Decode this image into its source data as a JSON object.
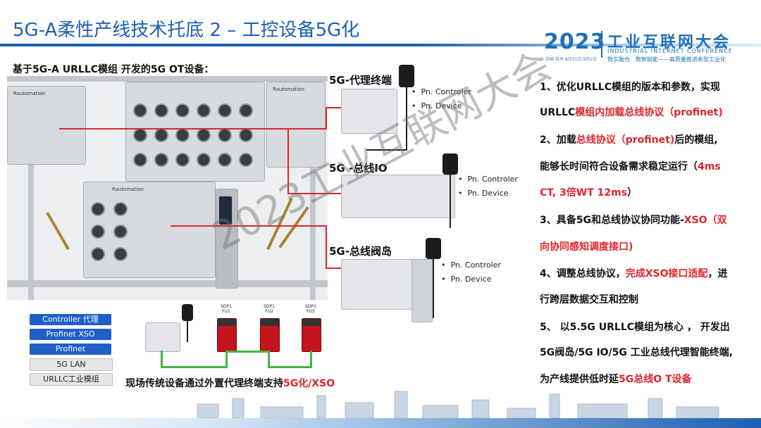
{
  "header": {
    "title": "5G-A柔性产线技术托底 2 – 工控设备5G化",
    "subtitle": "基于5G-A URLLC模组 开发的5G OT设备："
  },
  "logo": {
    "year": "2023",
    "name_cn": "工业互联网大会",
    "name_en": "INDUSTRIAL INTERNET CONFERENCE",
    "slogan": "数实融合　数智赋能——高质量推进新型工业化",
    "place_date": "中国·苏州 8月31日-9月2日"
  },
  "photo": {
    "brand": "Rautomation"
  },
  "devices": [
    {
      "label": "5G-代理终端",
      "bullets": [
        "Pn. Controler",
        "Pn. Device"
      ]
    },
    {
      "label": "5G -总线IO",
      "bullets": [
        "Pn. Controler",
        "Pn. Device"
      ]
    },
    {
      "label": "5G-总线阀岛",
      "bullets": [
        "Pn. Controler",
        "Pn. Device"
      ]
    }
  ],
  "legend": [
    {
      "label": "Controller 代理",
      "style": "blue"
    },
    {
      "label": "Profinet XSO",
      "style": "blue"
    },
    {
      "label": "Profinet",
      "style": "blue"
    },
    {
      "label": "5G LAN",
      "style": "gray"
    },
    {
      "label": "URLLC工业模组",
      "style": "gray"
    }
  ],
  "sdp": [
    {
      "line1": "SDP1",
      "line2": "FU1"
    },
    {
      "line1": "SDP1",
      "line2": "FU2"
    },
    {
      "line1": "SDP1",
      "line2": "FU3"
    }
  ],
  "bottom": {
    "text": "现场传统设备通过外置代理终端支持",
    "highlight": "5G化/XSO"
  },
  "points": [
    {
      "segments": [
        {
          "t": "1、优化URLLC模组的版本和参数，实现",
          "red": false
        }
      ]
    },
    {
      "segments": [
        {
          "t": "URLLC",
          "red": false
        },
        {
          "t": "模组内加载总线协议（profinet)",
          "red": true
        }
      ]
    },
    {
      "segments": [
        {
          "t": "2、加载",
          "red": false
        },
        {
          "t": "总线协议（profinet)",
          "red": true
        },
        {
          "t": "后的模组,",
          "red": false
        }
      ]
    },
    {
      "segments": [
        {
          "t": "能够长时间符合设备需求稳定运行（",
          "red": false
        },
        {
          "t": "4ms",
          "red": true
        }
      ]
    },
    {
      "segments": [
        {
          "t": "CT, 3倍WT 12ms",
          "red": true
        },
        {
          "t": "）",
          "red": false
        }
      ]
    },
    {
      "segments": [
        {
          "t": "3、具备5G和总线协议协同功能-",
          "red": false
        },
        {
          "t": "XSO（双",
          "red": true
        }
      ]
    },
    {
      "segments": [
        {
          "t": "向协同感知调度接口)",
          "red": true
        }
      ]
    },
    {
      "segments": [
        {
          "t": "4、调整总线协议，",
          "red": false
        },
        {
          "t": "完成XSO接口适配",
          "red": true
        },
        {
          "t": "，进",
          "red": false
        }
      ]
    },
    {
      "segments": [
        {
          "t": "行跨层数据交互和控制",
          "red": false
        }
      ]
    },
    {
      "segments": [
        {
          "t": "5、 以5.5G URLLC模组为核心 ， 开发出",
          "red": false
        }
      ]
    },
    {
      "segments": [
        {
          "t": "5G阀岛/5G IO/5G 工业总线代理智能终端,",
          "red": false
        }
      ]
    },
    {
      "segments": [
        {
          "t": "为产线提供低时延",
          "red": false
        },
        {
          "t": "5G总线O T设备",
          "red": true
        }
      ]
    }
  ],
  "watermark": "2023工业互联网大会",
  "colors": {
    "brand_blue": "#1d5fb3",
    "highlight_red": "#e0242a",
    "legend_blue": "#1f5fc8",
    "green_link": "#43b443"
  }
}
